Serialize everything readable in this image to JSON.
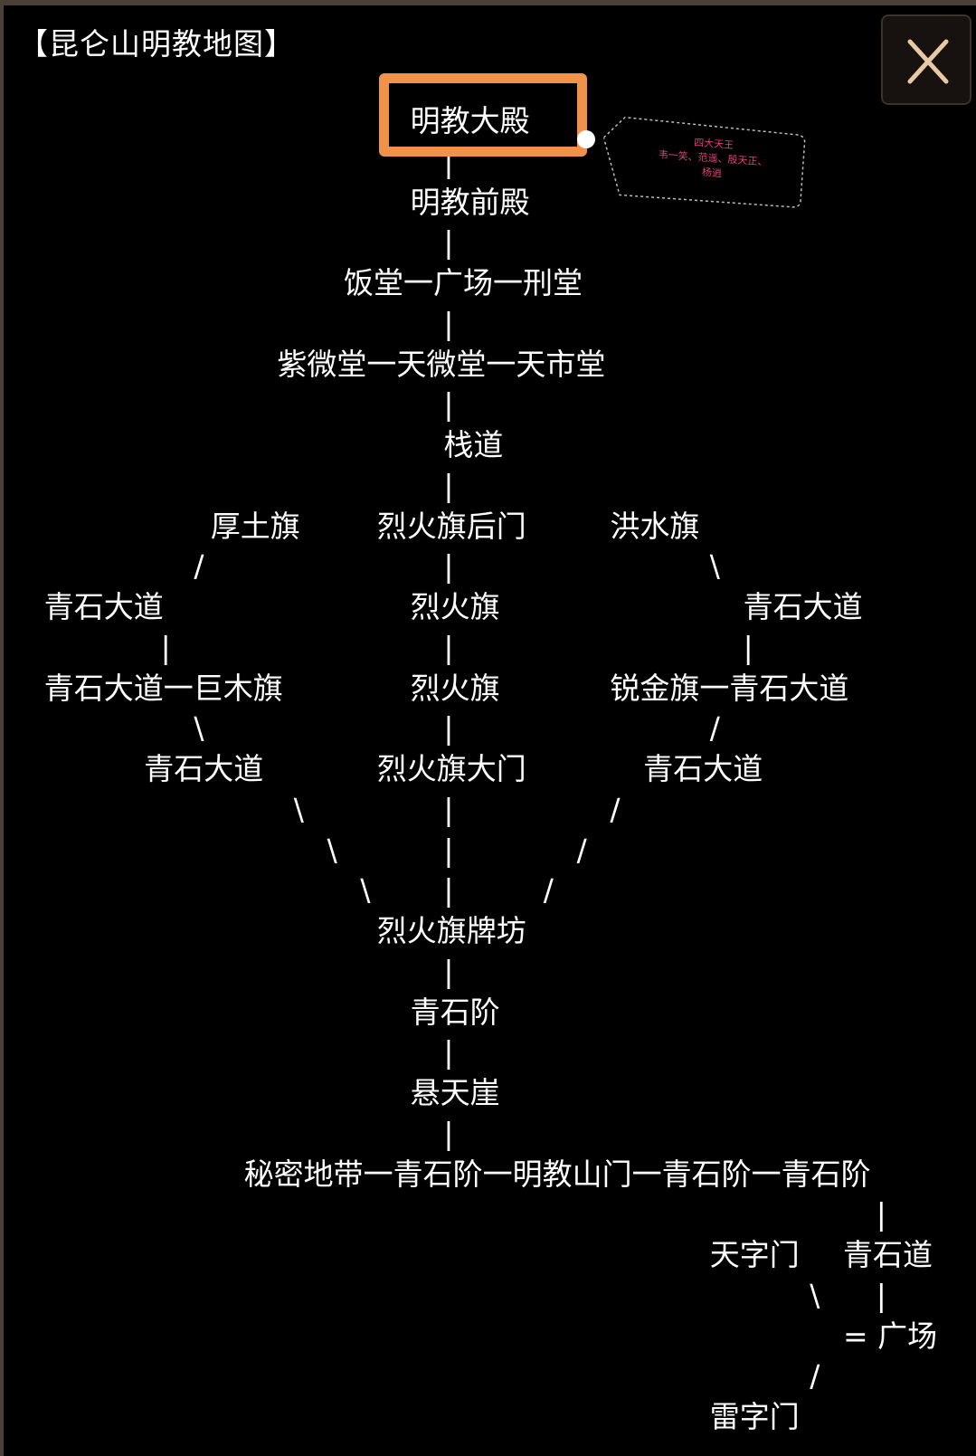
{
  "title": "【昆仑山明教地图】",
  "close_label": "X",
  "accent_color": "#f0924a",
  "tooltip_color": "#e0407a",
  "tooltip": {
    "line1": "四大天王",
    "line2": "韦一笑、范遥、殷天正、",
    "line3": "杨逍"
  },
  "map_rows": [
    {
      "segments": [
        {
          "col": 24,
          "text": "明教大殿"
        }
      ]
    },
    {
      "segments": [
        {
          "col": 26,
          "text": "|"
        }
      ]
    },
    {
      "segments": [
        {
          "col": 24,
          "text": "明教前殿"
        }
      ]
    },
    {
      "segments": [
        {
          "col": 26,
          "text": "|"
        }
      ]
    },
    {
      "segments": [
        {
          "col": 20,
          "text": "饭堂一广场一刑堂"
        }
      ]
    },
    {
      "segments": [
        {
          "col": 26,
          "text": "|"
        }
      ]
    },
    {
      "segments": [
        {
          "col": 16,
          "text": "紫微堂一天微堂一天市堂"
        }
      ]
    },
    {
      "segments": [
        {
          "col": 26,
          "text": "|"
        }
      ]
    },
    {
      "segments": [
        {
          "col": 26,
          "text": "栈道"
        }
      ]
    },
    {
      "segments": [
        {
          "col": 26,
          "text": "|"
        }
      ]
    },
    {
      "segments": [
        {
          "col": 12,
          "text": "厚土旗"
        },
        {
          "col": 22,
          "text": "烈火旗后门"
        },
        {
          "col": 36,
          "text": "洪水旗"
        }
      ]
    },
    {
      "segments": [
        {
          "col": 11,
          "text": "/"
        },
        {
          "col": 26,
          "text": "|"
        },
        {
          "col": 42,
          "text": "\\"
        }
      ]
    },
    {
      "segments": [
        {
          "col": 2,
          "text": "青石大道"
        },
        {
          "col": 24,
          "text": "烈火旗"
        },
        {
          "col": 44,
          "text": "青石大道"
        }
      ]
    },
    {
      "segments": [
        {
          "col": 9,
          "text": "|"
        },
        {
          "col": 26,
          "text": "|"
        },
        {
          "col": 44,
          "text": "|"
        }
      ]
    },
    {
      "segments": [
        {
          "col": 2,
          "text": "青石大道一巨木旗"
        },
        {
          "col": 24,
          "text": "烈火旗"
        },
        {
          "col": 36,
          "text": "锐金旗一青石大道"
        }
      ]
    },
    {
      "segments": [
        {
          "col": 11,
          "text": "\\"
        },
        {
          "col": 26,
          "text": "|"
        },
        {
          "col": 42,
          "text": "/"
        }
      ]
    },
    {
      "segments": [
        {
          "col": 8,
          "text": "青石大道"
        },
        {
          "col": 22,
          "text": "烈火旗大门"
        },
        {
          "col": 38,
          "text": "青石大道"
        }
      ]
    },
    {
      "segments": [
        {
          "col": 17,
          "text": "\\"
        },
        {
          "col": 26,
          "text": "|"
        },
        {
          "col": 36,
          "text": "/"
        }
      ]
    },
    {
      "segments": [
        {
          "col": 19,
          "text": "\\"
        },
        {
          "col": 26,
          "text": "|"
        },
        {
          "col": 34,
          "text": "/"
        }
      ]
    },
    {
      "segments": [
        {
          "col": 21,
          "text": "\\"
        },
        {
          "col": 26,
          "text": "|"
        },
        {
          "col": 32,
          "text": "/"
        }
      ]
    },
    {
      "segments": [
        {
          "col": 22,
          "text": "烈火旗牌坊"
        }
      ]
    },
    {
      "segments": [
        {
          "col": 26,
          "text": "|"
        }
      ]
    },
    {
      "segments": [
        {
          "col": 24,
          "text": "青石阶"
        }
      ]
    },
    {
      "segments": [
        {
          "col": 26,
          "text": "|"
        }
      ]
    },
    {
      "segments": [
        {
          "col": 24,
          "text": "悬天崖"
        }
      ]
    },
    {
      "segments": [
        {
          "col": 26,
          "text": "|"
        }
      ]
    },
    {
      "segments": [
        {
          "col": 14,
          "text": "秘密地带一青石阶一明教山门一青石阶一青石阶"
        }
      ]
    },
    {
      "segments": [
        {
          "col": 52,
          "text": "|"
        }
      ]
    },
    {
      "segments": [
        {
          "col": 42,
          "text": "天字门"
        },
        {
          "col": 50,
          "text": "青石道"
        }
      ]
    },
    {
      "segments": [
        {
          "col": 48,
          "text": "\\"
        },
        {
          "col": 52,
          "text": "|"
        }
      ]
    },
    {
      "segments": [
        {
          "col": 50,
          "text": "= 广场"
        }
      ]
    },
    {
      "segments": [
        {
          "col": 48,
          "text": "/"
        }
      ]
    },
    {
      "segments": [
        {
          "col": 42,
          "text": "雷字门"
        }
      ]
    }
  ]
}
